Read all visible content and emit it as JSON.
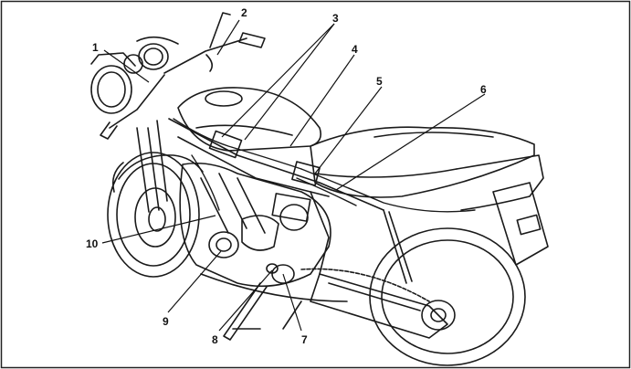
{
  "callouts": [
    {
      "id": "1",
      "text": "1"
    },
    {
      "id": "2",
      "text": "2"
    },
    {
      "id": "3",
      "text": "3"
    },
    {
      "id": "4",
      "text": "4"
    },
    {
      "id": "5",
      "text": "5"
    },
    {
      "id": "6",
      "text": "6"
    },
    {
      "id": "7",
      "text": "7"
    },
    {
      "id": "8",
      "text": "8"
    },
    {
      "id": "9",
      "text": "9"
    },
    {
      "id": "10",
      "text": "10"
    }
  ],
  "colors": {
    "line": "#1a1a1a",
    "background": "#ffffff"
  }
}
